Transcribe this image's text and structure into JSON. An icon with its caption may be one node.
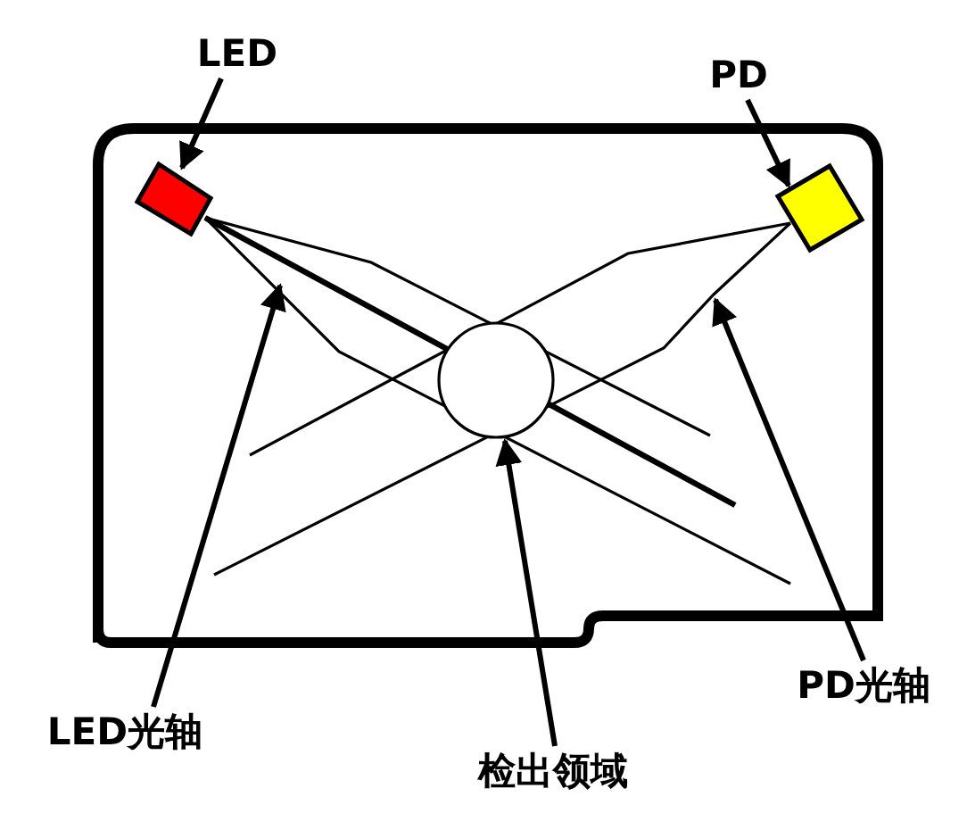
{
  "diagram": {
    "nodes": [
      {
        "text": [
          "LED"
        ]
      },
      {
        "text": [],
        "shape": "box"
      },
      {
        "text": [
          "PD"
        ]
      },
      {
        "text": [],
        "shape": "box"
      },
      {
        "text": [
          "LED光轴"
        ]
      },
      {
        "text": [
          "检出领域"
        ]
      },
      {
        "text": [],
        "shape": "circle"
      },
      {
        "text": [
          "PD光轴"
        ]
      }
    ],
    "edges": [
      {
        "from": 0,
        "to": 1,
        "arrow": "to"
      },
      {
        "from": 2,
        "to": 3,
        "arrow": "to"
      },
      {
        "from": 4,
        "to": null,
        "arrow": "to"
      },
      {
        "from": 5,
        "to": 6,
        "arrow": "to"
      },
      {
        "from": 7,
        "to": null,
        "arrow": "to"
      }
    ]
  }
}
